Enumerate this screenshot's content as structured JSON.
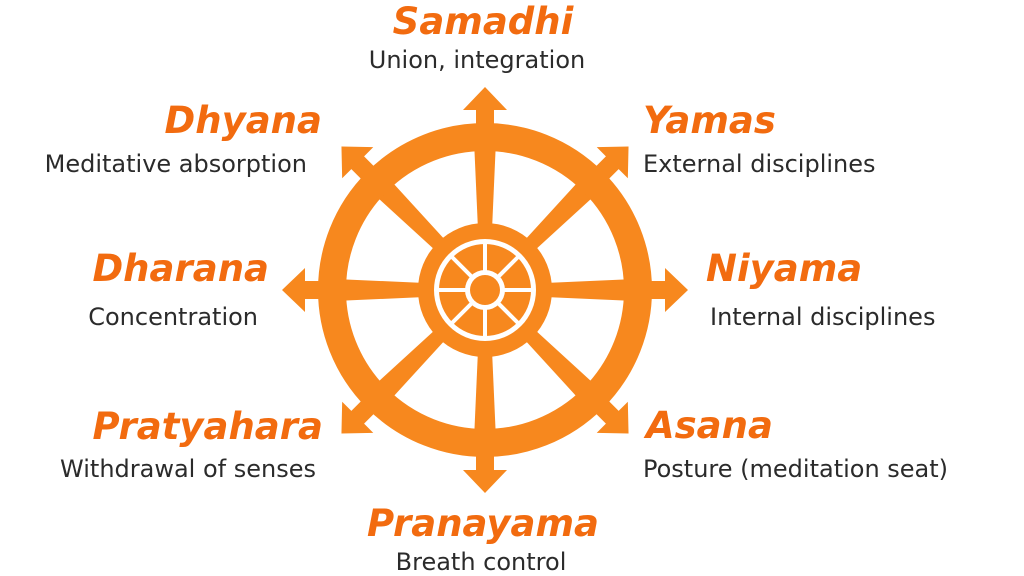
{
  "colors": {
    "wheel": "#f7881e",
    "title": "#f26b0f",
    "text": "#2b2b2b"
  },
  "limbs": {
    "samadhi": {
      "name": "Samadhi",
      "desc": "Union, integration"
    },
    "yamas": {
      "name": "Yamas",
      "desc": "External disciplines"
    },
    "niyama": {
      "name": "Niyama",
      "desc": "Internal disciplines"
    },
    "asana": {
      "name": "Asana",
      "desc": "Posture (meditation seat)"
    },
    "pranayama": {
      "name": "Pranayama",
      "desc": "Breath control"
    },
    "pratyahara": {
      "name": "Pratyahara",
      "desc": "Withdrawal of senses"
    },
    "dharana": {
      "name": "Dharana",
      "desc": "Concentration"
    },
    "dhyana": {
      "name": "Dhyana",
      "desc": "Meditative absorption"
    }
  }
}
